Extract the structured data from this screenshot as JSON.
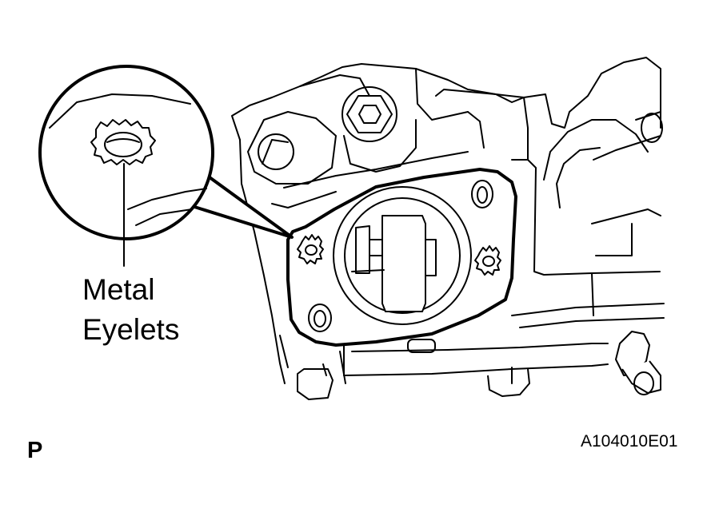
{
  "callout": {
    "line1": "Metal",
    "line2": "Eyelets"
  },
  "corner_letter": "P",
  "figure_code": "A104010E01",
  "colors": {
    "ink": "#000000",
    "paper": "#ffffff"
  }
}
